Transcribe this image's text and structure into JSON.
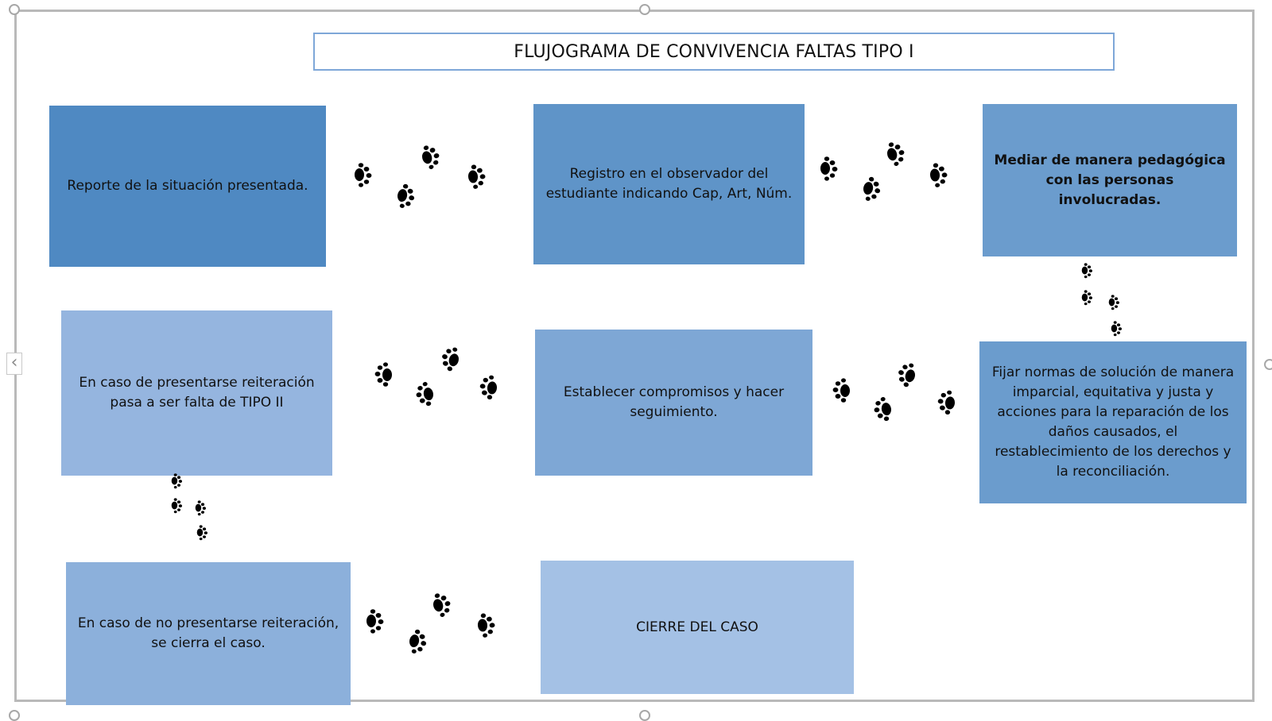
{
  "title": "FLUJOGRAMA DE CONVIVENCIA  FALTAS TIPO I",
  "colors": {
    "box_dark": "#4f89c2",
    "box_medium": "#5f94c8",
    "box_mid_light": "#6b9ccd",
    "box_soft": "#7ea7d5",
    "box_light": "#95b5df",
    "box_lightest": "#a4c1e5",
    "title_border": "#7ea7d8",
    "paw": "#000000"
  },
  "icons": {
    "paw": "paw-print-icon"
  },
  "steps": {
    "reporte": "Reporte de la situación presentada.",
    "registro": "Registro en el observador del estudiante indicando Cap, Art, Núm.",
    "mediar": "Mediar de manera pedagógica con las personas involucradas.",
    "fijar": "Fijar normas de solución de manera imparcial, equitativa y justa y acciones para la reparación de los daños causados, el restablecimiento de los derechos y la reconciliación.",
    "establecer": "Establecer compromisos y hacer seguimiento.",
    "reiteracion": "En caso de presentarse reiteración pasa a ser falta de TIPO II",
    "no_reiteracion": "En caso de no presentarse reiteración, se cierra el caso.",
    "cierre": "CIERRE  DEL CASO"
  }
}
